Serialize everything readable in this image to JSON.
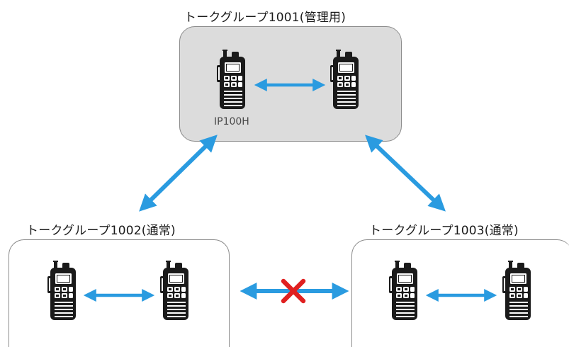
{
  "groups": [
    {
      "title": "トークグループ1001(管理用)"
    },
    {
      "title": "トークグループ1002(通常)"
    },
    {
      "title": "トークグループ1003(通常)"
    }
  ],
  "device_label": "IP100H",
  "colors": {
    "arrow": "#2a9be0",
    "blocked": "#e02020",
    "managed_group_fill": "#dcdcdc",
    "group_border": "#8c8c8c",
    "device": "#1a1a1a"
  }
}
